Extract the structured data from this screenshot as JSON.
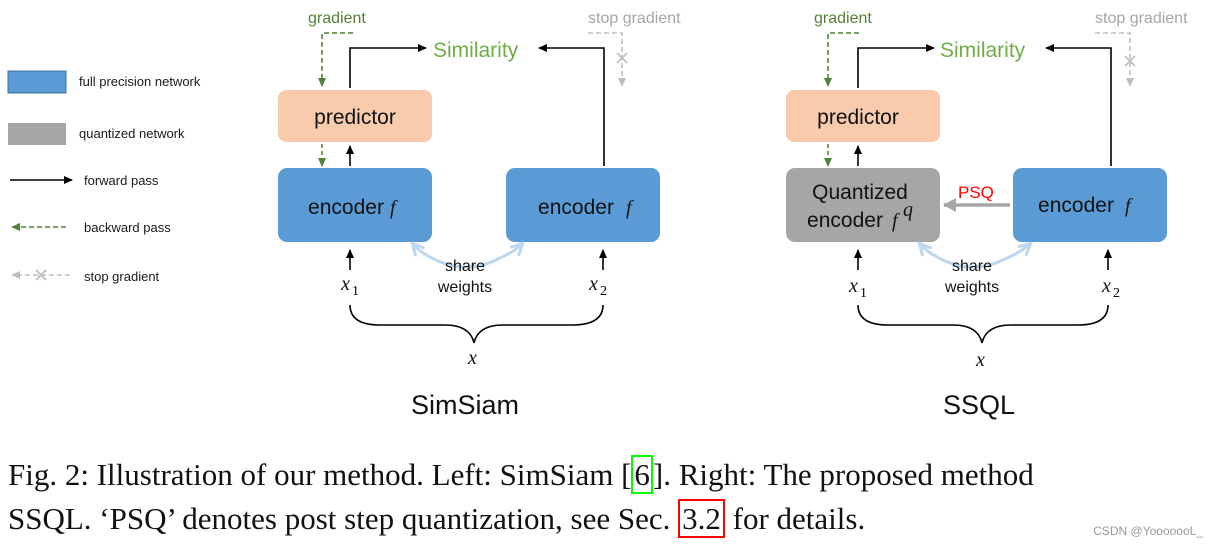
{
  "legend": {
    "full_precision": "full precision network",
    "quantized": "quantized network",
    "forward": "forward pass",
    "backward": "backward pass",
    "stop": "stop gradient"
  },
  "colors": {
    "full_precision": "#5b9bd5",
    "quantized": "#a6a6a6",
    "predictor": "#f8cbad",
    "gradient": "#548235",
    "similarity": "#70ad47",
    "stop": "#bfbfbf",
    "share": "#bdd7ee",
    "psq": "#ff0000"
  },
  "simsiam": {
    "title": "SimSiam",
    "gradient": "gradient",
    "stop_gradient": "stop gradient",
    "similarity": "Similarity",
    "predictor": "predictor",
    "encoder_left": "encoder",
    "encoder_right": "encoder",
    "f": "f",
    "share": "share",
    "weights": "weights",
    "x": "x",
    "x1_sub": "1",
    "x2_sub": "2"
  },
  "ssql": {
    "title": "SSQL",
    "gradient": "gradient",
    "stop_gradient": "stop gradient",
    "similarity": "Similarity",
    "predictor": "predictor",
    "quantized_line1": "Quantized",
    "quantized_line2": "encoder",
    "fq": "f",
    "q": "q",
    "encoder_right": "encoder",
    "f": "f",
    "psq": "PSQ",
    "share": "share",
    "weights": "weights",
    "x": "x",
    "x1_sub": "1",
    "x2_sub": "2"
  },
  "caption": {
    "line1_a": "Fig. 2: Illustration of our method. Left: SimSiam ",
    "cite1": "6",
    "line1_b": ". Right: The proposed method",
    "line2_a": "SSQL. ‘PSQ’ denotes post step quantization, see Sec. ",
    "cite2": "3.2",
    "line2_b": " for details."
  },
  "watermark": "CSDN @YooooooL_"
}
